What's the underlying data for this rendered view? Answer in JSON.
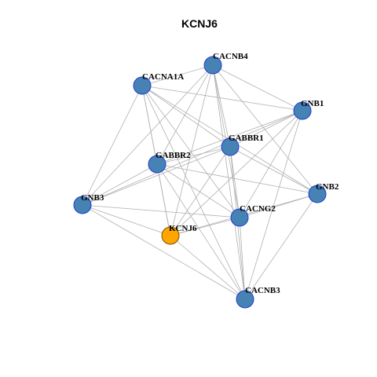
{
  "title": "KCNJ6",
  "colors": {
    "node_fill": "#4682B4",
    "node_stroke": "#1F3FD0",
    "focus_fill": "#FFA500",
    "focus_stroke": "#7A5200",
    "edge": "#B0B0B0"
  },
  "nodes": [
    {
      "id": "CACNB4",
      "label": "CACNB4"
    },
    {
      "id": "CACNA1A",
      "label": "CACNA1A"
    },
    {
      "id": "GNB1",
      "label": "GNB1"
    },
    {
      "id": "GABBR1",
      "label": "GABBR1"
    },
    {
      "id": "GABBR2",
      "label": "GABBR2"
    },
    {
      "id": "GNB2",
      "label": "GNB2"
    },
    {
      "id": "GNB3",
      "label": "GNB3"
    },
    {
      "id": "CACNG2",
      "label": "CACNG2"
    },
    {
      "id": "KCNJ6",
      "label": "KCNJ6",
      "focus": true
    },
    {
      "id": "CACNB3",
      "label": "CACNB3"
    }
  ],
  "edges": [
    [
      "CACNB4",
      "CACNA1A"
    ],
    [
      "CACNB4",
      "GNB1"
    ],
    [
      "CACNB4",
      "GABBR1"
    ],
    [
      "CACNB4",
      "GABBR2"
    ],
    [
      "CACNB4",
      "GNB2"
    ],
    [
      "CACNB4",
      "CACNG2"
    ],
    [
      "CACNB4",
      "KCNJ6"
    ],
    [
      "CACNB4",
      "CACNB3"
    ],
    [
      "CACNB4",
      "GNB3"
    ],
    [
      "CACNA1A",
      "GNB1"
    ],
    [
      "CACNA1A",
      "GABBR1"
    ],
    [
      "CACNA1A",
      "GNB2"
    ],
    [
      "CACNA1A",
      "GNB3"
    ],
    [
      "CACNA1A",
      "CACNG2"
    ],
    [
      "CACNA1A",
      "KCNJ6"
    ],
    [
      "CACNA1A",
      "CACNB3"
    ],
    [
      "CACNA1A",
      "GABBR2"
    ],
    [
      "GNB1",
      "GABBR1"
    ],
    [
      "GNB1",
      "GABBR2"
    ],
    [
      "GNB1",
      "GNB3"
    ],
    [
      "GNB1",
      "CACNG2"
    ],
    [
      "GNB1",
      "KCNJ6"
    ],
    [
      "GNB1",
      "CACNB3"
    ],
    [
      "GABBR1",
      "GABBR2"
    ],
    [
      "GABBR1",
      "GNB2"
    ],
    [
      "GABBR1",
      "GNB3"
    ],
    [
      "GABBR1",
      "CACNG2"
    ],
    [
      "GABBR1",
      "KCNJ6"
    ],
    [
      "GABBR1",
      "CACNB3"
    ],
    [
      "GABBR2",
      "GNB2"
    ],
    [
      "GABBR2",
      "GNB3"
    ],
    [
      "GABBR2",
      "CACNG2"
    ],
    [
      "GABBR2",
      "KCNJ6"
    ],
    [
      "GABBR2",
      "CACNB3"
    ],
    [
      "GNB2",
      "CACNG2"
    ],
    [
      "GNB2",
      "KCNJ6"
    ],
    [
      "GNB2",
      "CACNB3"
    ],
    [
      "GNB3",
      "CACNG2"
    ],
    [
      "GNB3",
      "KCNJ6"
    ],
    [
      "GNB3",
      "CACNB3"
    ],
    [
      "CACNG2",
      "KCNJ6"
    ],
    [
      "CACNG2",
      "CACNB3"
    ],
    [
      "KCNJ6",
      "CACNB3"
    ]
  ]
}
